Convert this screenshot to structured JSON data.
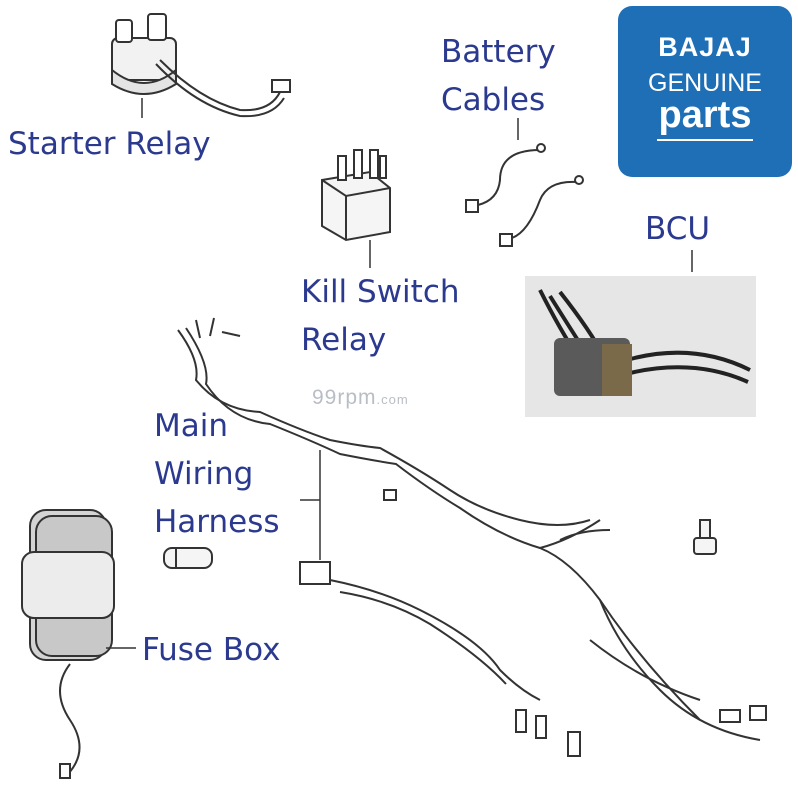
{
  "labels": {
    "starter_relay": "Starter Relay",
    "battery_cables_1": "Battery",
    "battery_cables_2": "Cables",
    "kill_switch_1": "Kill Switch",
    "kill_switch_2": "Relay",
    "bcu": "BCU",
    "main_harness_1": "Main",
    "main_harness_2": "Wiring",
    "main_harness_3": "Harness",
    "fuse_box": "Fuse Box"
  },
  "logo": {
    "brand": "BAJAJ",
    "line2": "GENUINE",
    "line3": "parts"
  },
  "watermark": {
    "main": "99rpm",
    "suffix": ".com"
  },
  "colors": {
    "label": "#2b3a8f",
    "logo_bg": "#1f6fb6",
    "line_art": "#333333"
  }
}
